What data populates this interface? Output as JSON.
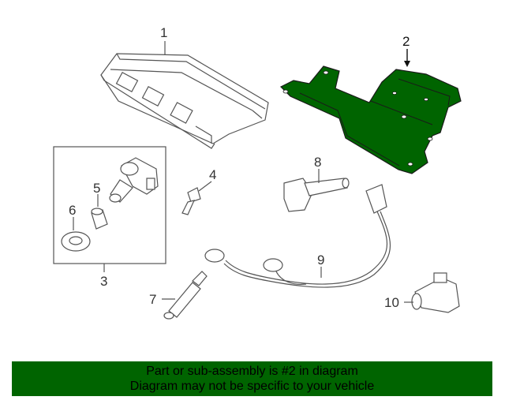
{
  "diagram": {
    "callouts": {
      "c1": "1",
      "c2": "2",
      "c3": "3",
      "c4": "4",
      "c5": "5",
      "c6": "6",
      "c7": "7",
      "c8": "8",
      "c9": "9",
      "c10": "10"
    },
    "highlight_color": "#006400",
    "highlighted_part": "2"
  },
  "footer": {
    "line1": "Part or sub-assembly is #2 in diagram",
    "line2": "Diagram may not be specific to your vehicle",
    "background": "#006400"
  }
}
